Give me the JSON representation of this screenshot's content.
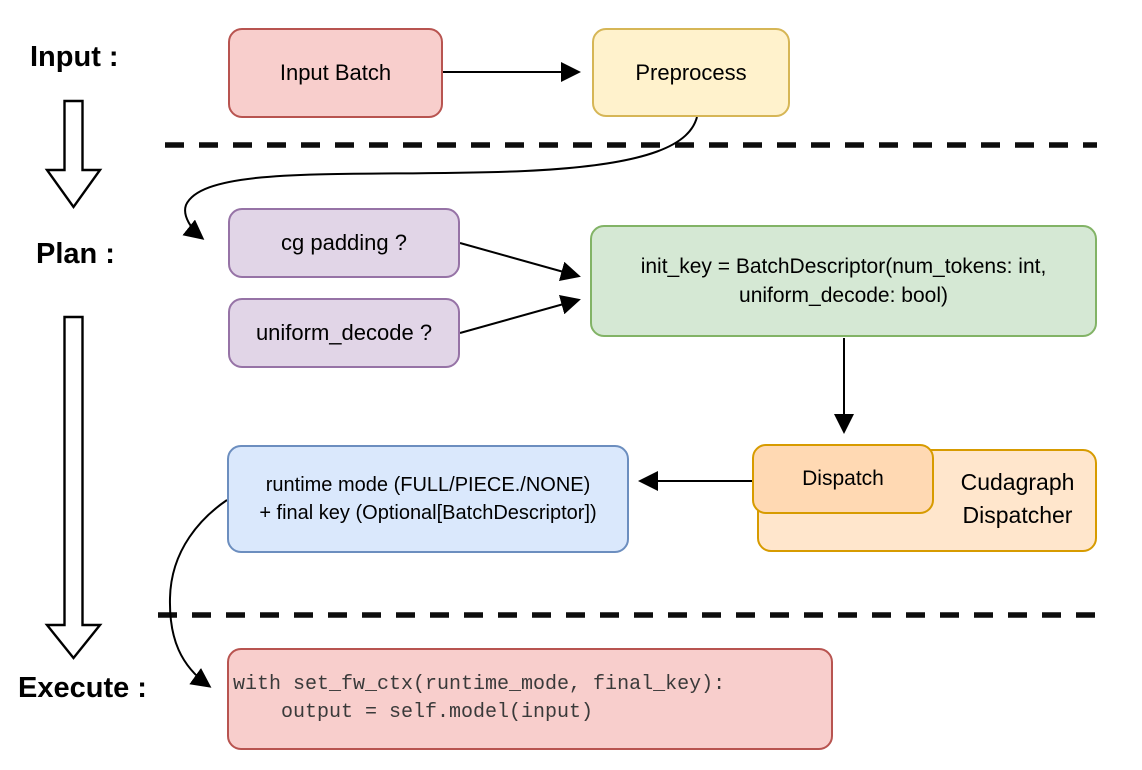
{
  "stage_labels": {
    "input": "Input :",
    "plan": "Plan :",
    "execute": "Execute :"
  },
  "nodes": {
    "input_batch": {
      "label": "Input Batch"
    },
    "preprocess": {
      "label": "Preprocess"
    },
    "cg_padding": {
      "label": "cg padding ?"
    },
    "uniform_decode": {
      "label": "uniform_decode ?"
    },
    "init_key": {
      "line1": "init_key = BatchDescriptor(num_tokens: int,",
      "line2": "uniform_decode: bool)"
    },
    "dispatch": {
      "label": "Dispatch"
    },
    "cudagraph_dispatcher": {
      "label": "Cudagraph Dispatcher"
    },
    "runtime_mode": {
      "line1": "runtime mode (FULL/PIECE./NONE)",
      "line2": "+ final key (Optional[BatchDescriptor])"
    },
    "execute_code": {
      "line1": "with set_fw_ctx(runtime_mode, final_key):",
      "line2": "    output = self.model(input)"
    }
  },
  "palette": {
    "red_fill": "#f8cecc",
    "red_border": "#b85450",
    "yellow_fill": "#fff2cc",
    "yellow_border": "#d6b656",
    "purple_fill": "#e1d5e7",
    "purple_border": "#9673a6",
    "green_fill": "#d5e8d4",
    "green_border": "#82b366",
    "blue_fill": "#dae8fc",
    "blue_border": "#6c8ebf",
    "orange_fill": "#ffe6cc",
    "orange_inner_fill": "#ffd9b3",
    "orange_border": "#d79b00",
    "connector": "#000000",
    "code_text": "#3a3a3a"
  }
}
